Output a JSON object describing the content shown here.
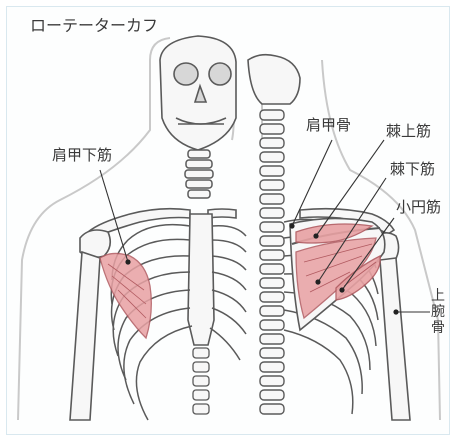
{
  "figure": {
    "title": "ローテーターカフ",
    "labels": {
      "subscapularis": "肩甲下筋",
      "scapula": "肩甲骨",
      "supraspinatus": "棘上筋",
      "infraspinatus": "棘下筋",
      "teres_minor": "小円筋",
      "humerus_chars": [
        "上",
        "腕",
        "骨"
      ]
    }
  },
  "colors": {
    "muscle_fill": "#e8a1a3",
    "muscle_stroke": "#b15a60",
    "bone_fill": "#f7f7f7",
    "bone_stroke": "#5a5a5a",
    "body_outline": "#c9c9c9",
    "leader_line": "#333333"
  }
}
